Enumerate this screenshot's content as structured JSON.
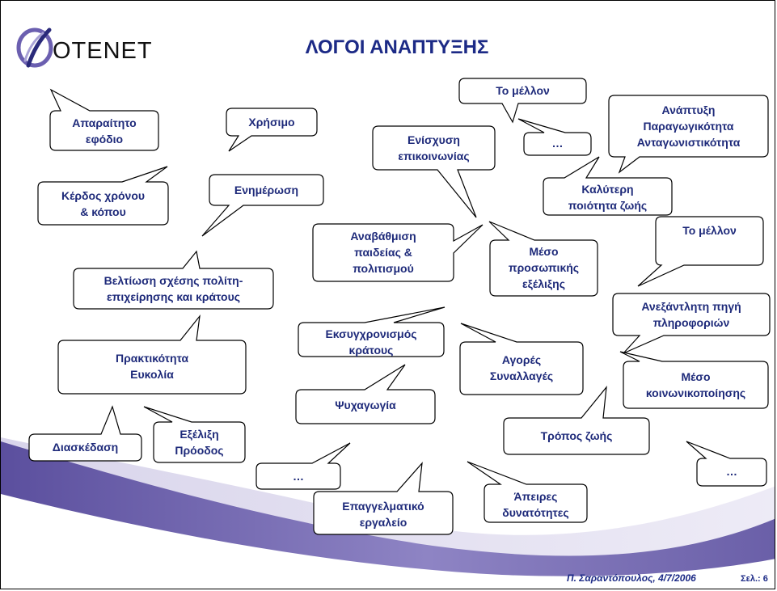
{
  "header": {
    "logo_text": "OTENET",
    "title": "ΛΟΓΟΙ ΑΝΑΠΤΥΞΗΣ"
  },
  "bubbles": [
    {
      "text": "Απαραίτητο\nεφόδιο"
    },
    {
      "text": "Χρήσιμο"
    },
    {
      "text": "Κέρδος χρόνου\n& κόπου"
    },
    {
      "text": "Ενημέρωση"
    },
    {
      "text": "Βελτίωση σχέσης πολίτη-\nεπιχείρησης και κράτους"
    },
    {
      "text": "Πρακτικότητα\nΕυκολία"
    },
    {
      "text": "Διασκέδαση"
    },
    {
      "text": "Εξέλιξη\nΠρόοδος"
    },
    {
      "text": "…"
    },
    {
      "text": "Το μέλλον"
    },
    {
      "text": "…"
    },
    {
      "text": "Ενίσχυση\nεπικοινωνίας"
    },
    {
      "text": "Ανάπτυξη\nΠαραγωγικότητα\nΑνταγωνιστικότητα"
    },
    {
      "text": "Καλύτερη\nποιότητα ζωής"
    },
    {
      "text": "Το μέλλον"
    },
    {
      "text": "Αναβάθμιση\nπαιδείας &\nπολιτισμού"
    },
    {
      "text": "Μέσο\nπροσωπικής\nεξέλιξης"
    },
    {
      "text": "Εκσυγχρονισμός\nκράτους"
    },
    {
      "text": "Αγορές\nΣυναλλαγές"
    },
    {
      "text": "Ψυχαγωγία"
    },
    {
      "text": "Ανεξάντλητη πηγή\nπληροφοριών"
    },
    {
      "text": "Μέσο\nκοινωνικοποίησης"
    },
    {
      "text": "Τρόπος ζωής"
    },
    {
      "text": "…"
    },
    {
      "text": "Επαγγελματικό\nεργαλείο"
    },
    {
      "text": "Άπειρες\nδυνατότητες"
    }
  ],
  "footer": {
    "author_date": "Π. Σαραντόπουλος, 4/7/2006",
    "page": "Σελ.: 6"
  },
  "colors": {
    "title": "#1c2a86",
    "bubble_text": "#1e2a7a",
    "swoosh_dark": "#6a5fa8",
    "swoosh_light": "#b7b0d8"
  }
}
